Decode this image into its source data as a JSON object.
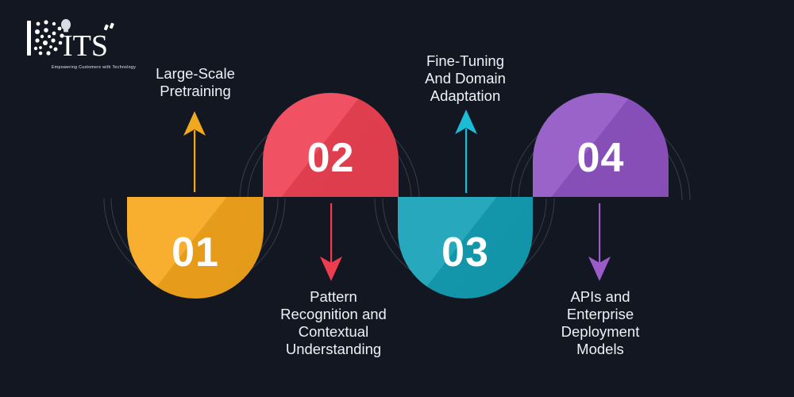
{
  "page": {
    "background_color": "#121722",
    "text_color": "#eef1f6",
    "deco_arc_color": "#39404f"
  },
  "logo": {
    "name": "bits-logo",
    "wordmark": "ITS",
    "tagline": "Empowering Customers with Technology"
  },
  "steps": [
    {
      "number": "01",
      "label": "Large-Scale\nPretraining",
      "color": "#f7a71c",
      "shape": "rounded-bottom",
      "label_position": "above",
      "arrow_direction": "up",
      "arrow_color": "#f0a81f"
    },
    {
      "number": "02",
      "label": "Pattern\nRecognition and\nContextual\nUnderstanding",
      "color": "#ef4254",
      "shape": "rounded-top",
      "label_position": "below",
      "arrow_direction": "down",
      "arrow_color": "#ef3d50"
    },
    {
      "number": "03",
      "label": "Fine-Tuning\nAnd Domain\nAdaptation",
      "color": "#14a0b6",
      "shape": "rounded-bottom",
      "label_position": "above",
      "arrow_direction": "up",
      "arrow_color": "#1bbdd6"
    },
    {
      "number": "04",
      "label": "APIs and\nEnterprise\nDeployment\nModels",
      "color": "#9054c4",
      "shape": "rounded-top",
      "label_position": "below",
      "arrow_direction": "down",
      "arrow_color": "#9b5cc9"
    }
  ]
}
